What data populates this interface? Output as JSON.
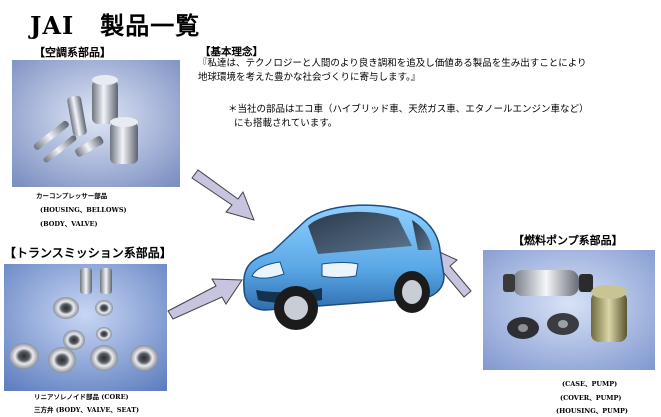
{
  "page": {
    "title_latin": "JAI",
    "title_jp": "製品一覧"
  },
  "sections": {
    "aircon": {
      "heading": "【空調系部品】",
      "caption": [
        "カーコンプレッサー部品",
        "(HOUSING、BELLOWS)",
        "(BODY、VALVE)"
      ]
    },
    "transmission": {
      "heading": "【トランスミッション系部品】",
      "caption": [
        "リニアソレノイド部品 (CORE)",
        "三方弁 (BODY、VALVE、SEAT)"
      ]
    },
    "fuelpump": {
      "heading": "【燃料ポンプ系部品】",
      "caption": [
        "(CASE、PUMP)",
        "(COVER、PUMP)",
        "(HOUSING、PUMP)"
      ]
    }
  },
  "philosophy": {
    "heading": "【基本理念】",
    "lines": [
      "『私達は、テクノロジーと人間のより良き調和を追及し価値ある製品を生み出すことにより",
      "地球環境を考えた豊かな社会づくりに寄与します。』"
    ]
  },
  "note": {
    "lines": [
      "＊当社の部品はエコ車（ハイブリッド車、天然ガス車、エタノールエンジン車など）",
      "にも搭載されています。"
    ]
  },
  "colors": {
    "car_body": "#5aa8e6",
    "arrow_fill": "#c6c4de",
    "photo_bg_aircon": "#9fb0d6",
    "photo_bg_transmission": "#8da6d8",
    "photo_bg_fuelpump": "#a9bce4"
  }
}
